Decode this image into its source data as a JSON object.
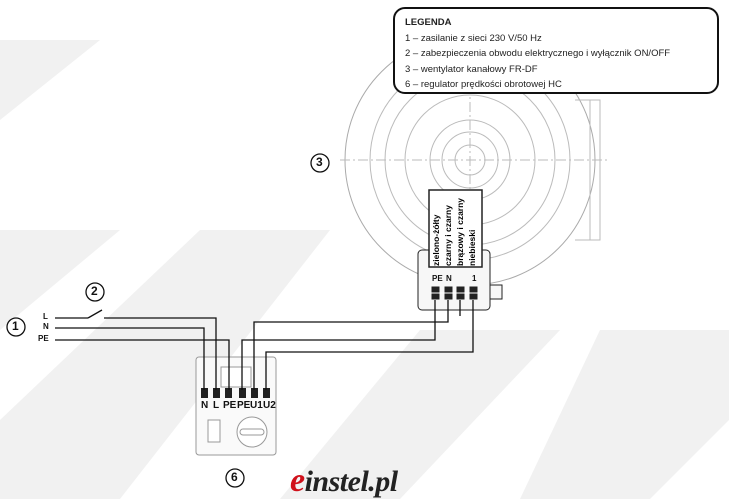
{
  "legend": {
    "title": "LEGENDA",
    "items": [
      "1 – zasilanie z sieci 230 V/50 Hz",
      "2 – zabezpieczenia obwodu elektrycznego i wyłącznik ON/OFF",
      "3 – wentylator kanałowy FR-DF",
      "6 – regulator prędkości obrotowej HC"
    ]
  },
  "callouts": {
    "c1": "1",
    "c2": "2",
    "c3": "3",
    "c6": "6"
  },
  "supply_lines": {
    "l": "L",
    "n": "N",
    "pe": "PE"
  },
  "fan_wires": [
    "zielono-żółty",
    "czarny i czarny",
    "brązowy i czarny",
    "niebieski"
  ],
  "fan_terminals": [
    "PE",
    "N",
    "1"
  ],
  "regulator_terminals": [
    "N",
    "L",
    "PE",
    "PE",
    "U1",
    "U2"
  ],
  "logo": {
    "e": "e",
    "rest": "instel.pl"
  },
  "colors": {
    "logo_red": "#d0101a",
    "line": "#111111"
  }
}
